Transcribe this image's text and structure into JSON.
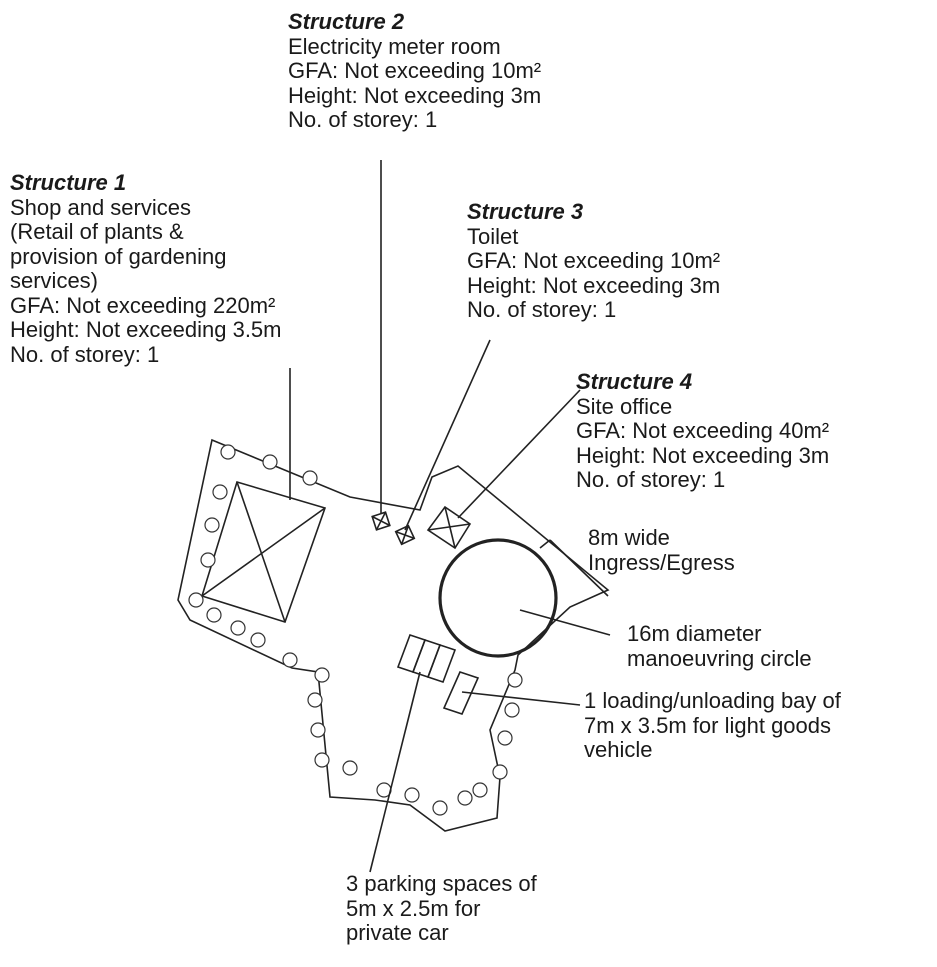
{
  "structures": [
    {
      "title": "Structure 1",
      "lines": [
        "Shop and services",
        "(Retail of plants &",
        "provision of gardening",
        "services)",
        "GFA: Not exceeding 220m²",
        "Height: Not exceeding 3.5m",
        "No. of storey: 1"
      ]
    },
    {
      "title": "Structure 2",
      "lines": [
        "Electricity meter room",
        "GFA: Not exceeding 10m²",
        "Height: Not exceeding 3m",
        "No. of storey: 1"
      ]
    },
    {
      "title": "Structure 3",
      "lines": [
        "Toilet",
        "GFA: Not exceeding 10m²",
        "Height: Not exceeding 3m",
        "No. of storey: 1"
      ]
    },
    {
      "title": "Structure 4",
      "lines": [
        "Site office",
        "GFA: Not exceeding 40m²",
        "Height: Not exceeding 3m",
        "No. of storey: 1"
      ]
    }
  ],
  "labels": {
    "ingress": [
      "8m wide",
      "Ingress/Egress"
    ],
    "circle": [
      "16m diameter",
      "manoeuvring circle"
    ],
    "loading": [
      "1 loading/unloading bay of",
      "7m x 3.5m for light goods",
      "vehicle"
    ],
    "parking": [
      "3 parking spaces of",
      "5m x 2.5m for",
      "private car"
    ]
  }
}
